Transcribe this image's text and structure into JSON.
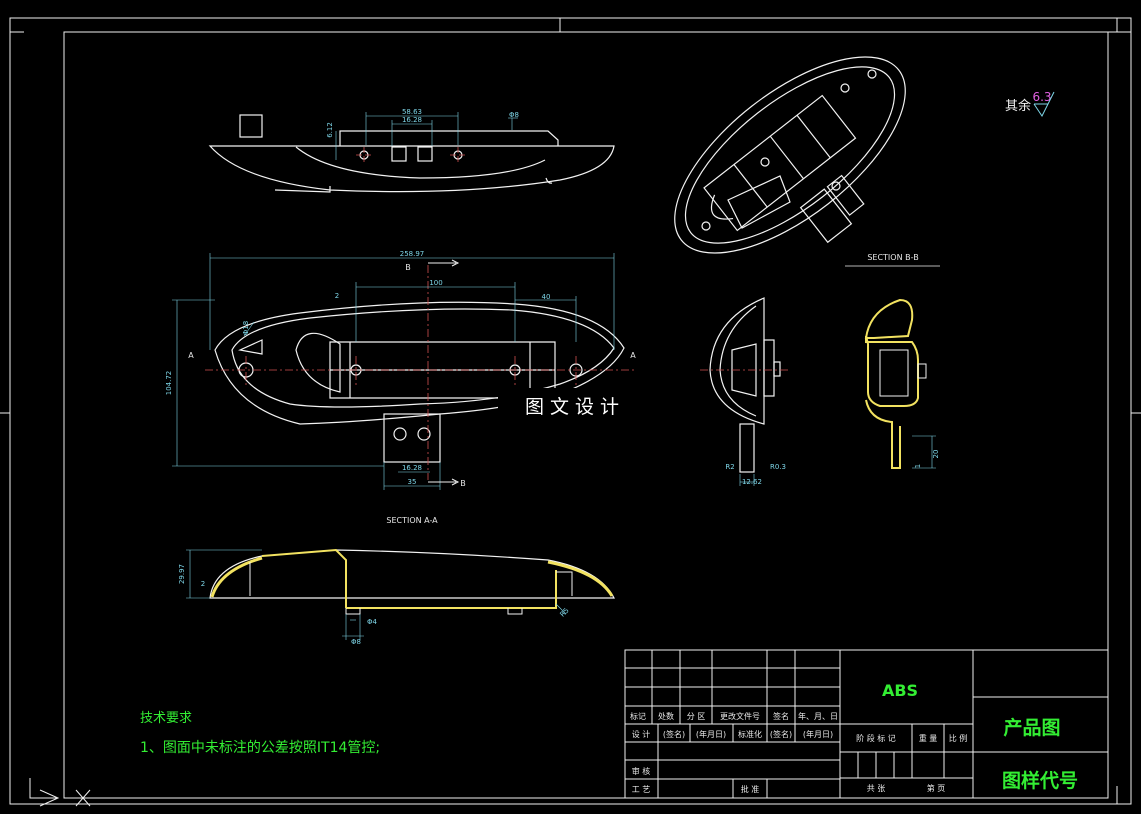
{
  "drawing": {
    "top_view_dims": {
      "width_overall": "58.63",
      "width_inner": "16.28",
      "height": "6.12",
      "dia": "Φ8"
    },
    "front_view_dims": {
      "length": "258.97",
      "span": "100",
      "offset": "40",
      "height": "104.72",
      "hole": "Φ18",
      "tab_inner": "16.28",
      "tab_outer": "35",
      "marker": "2"
    },
    "section_a_dims": {
      "height": "29.97",
      "wall": "2",
      "dia1": "Φ4",
      "dia2": "Φ8",
      "r": "R5"
    },
    "side_view_dims": {
      "r1": "R2",
      "r2": "R0.3",
      "w": "12.62"
    },
    "section_b_dims": {
      "h": "20",
      "w": "1"
    },
    "labels": {
      "section_aa": "SECTION A-A",
      "section_bb": "SECTION B-B",
      "cut_a": "A",
      "cut_b": "B"
    },
    "watermark": "图 文 设 计",
    "roughness": {
      "prefix": "其余",
      "value": "6.3"
    },
    "notes": {
      "title": "技术要求",
      "line1": "1、图面中未标注的公差按照IT14管控;"
    }
  },
  "title_block": {
    "material": "ABS",
    "product_name": "产品图",
    "drawing_code": "图样代号",
    "row_revision": [
      "标记",
      "处数",
      "分 区",
      "更改文件号",
      "签名",
      "年、月、日"
    ],
    "row_design": [
      "设 计",
      "(签名)",
      "(年月日)",
      "标准化",
      "(签名)",
      "(年月日)"
    ],
    "review": "审 核",
    "process": "工 艺",
    "approve": "批 准",
    "stage_labels": [
      "阶 段 标 记",
      "重 量",
      "比 例"
    ],
    "sheet_labels": [
      "共 张",
      "第 页"
    ]
  }
}
